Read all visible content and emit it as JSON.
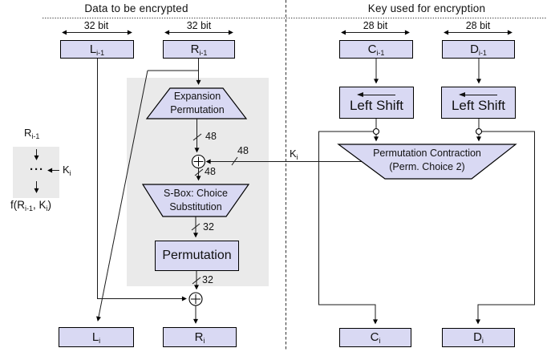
{
  "headers": {
    "data": "Data to be encrypted",
    "key": "Key used for encryption"
  },
  "bit_widths": {
    "l_prev": "32 bit",
    "r_prev": "32 bit",
    "c_prev": "28 bit",
    "d_prev": "28 bit"
  },
  "registers": {
    "l_prev": {
      "main": "L",
      "sub": "i-1"
    },
    "r_prev": {
      "main": "R",
      "sub": "i-1"
    },
    "c_prev": {
      "main": "C",
      "sub": "i-1"
    },
    "d_prev": {
      "main": "D",
      "sub": "i-1"
    },
    "l_next": {
      "main": "L",
      "sub": "i"
    },
    "r_next": {
      "main": "R",
      "sub": "i"
    },
    "c_next": {
      "main": "C",
      "sub": "i"
    },
    "d_next": {
      "main": "D",
      "sub": "i"
    }
  },
  "blocks": {
    "expansion_permutation": {
      "line1": "Expansion",
      "line2": "Permutation"
    },
    "sbox": {
      "line1": "S-Box: Choice",
      "line2": "Substitution"
    },
    "permutation": {
      "label": "Permutation"
    },
    "left_shift_c": {
      "label": "Left Shift"
    },
    "left_shift_d": {
      "label": "Left Shift"
    },
    "permutation_contraction": {
      "line1": "Permutation Contraction",
      "line2": "(Perm. Choice 2)"
    }
  },
  "bus_labels": {
    "expansion_out": "48",
    "key_in": "48",
    "xor1_out": "48",
    "sbox_out": "32",
    "permutation_out": "32"
  },
  "key_signal": {
    "main": "K",
    "sub": "i"
  },
  "legend": {
    "input": {
      "main": "R",
      "sub": "i-1"
    },
    "dots": "···",
    "key": {
      "main": "K",
      "sub": "i"
    },
    "output": {
      "p1": "f(R",
      "sub1": "i-1",
      "p2": ", K",
      "sub2": "i",
      "p3": ")"
    }
  },
  "colors": {
    "register_fill": "#d9d9f3",
    "panel_gray": "#eaeaea",
    "line": "#000000",
    "background": "#ffffff"
  }
}
